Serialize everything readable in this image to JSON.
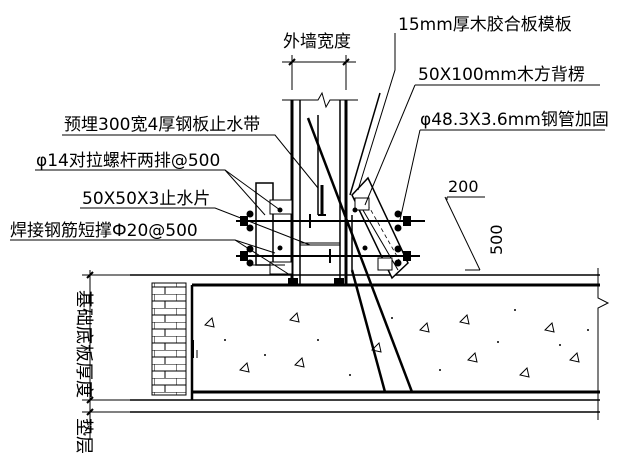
{
  "labels": {
    "outer_wall_width": "外墙宽度",
    "formwork": "15mm厚木胶合板模板",
    "timber_backing": "50X100mm木方背楞",
    "steel_pipe": "φ48.3X3.6mm钢管加固",
    "water_stop_plate": "预埋300宽4厚钢板止水带",
    "tie_bolts": "φ14对拉螺杆两排@500",
    "water_stop_piece": "50X50X3止水片",
    "short_brace": "焊接钢筋短撑Ф20@500",
    "dim_200": "200",
    "dim_500": "500",
    "slab_thickness": "基础底板厚度",
    "cushion": "垫层"
  }
}
